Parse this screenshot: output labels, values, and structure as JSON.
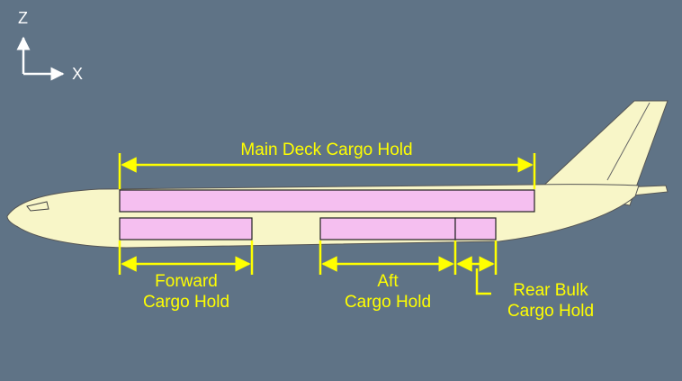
{
  "axes": {
    "z_label": "Z",
    "x_label": "X"
  },
  "holds": {
    "main": {
      "label": "Main Deck Cargo Hold"
    },
    "forward": {
      "line1": "Forward",
      "line2": "Cargo Hold"
    },
    "aft": {
      "line1": "Aft",
      "line2": "Cargo Hold"
    },
    "rear_bulk": {
      "line1": "Rear Bulk",
      "line2": "Cargo Hold"
    }
  },
  "colors": {
    "background": "#5f7386",
    "fuselage": "#f8f6c8",
    "hold_fill": "#f5bff0",
    "annotation": "#ffff00",
    "axis": "#ffffff"
  }
}
